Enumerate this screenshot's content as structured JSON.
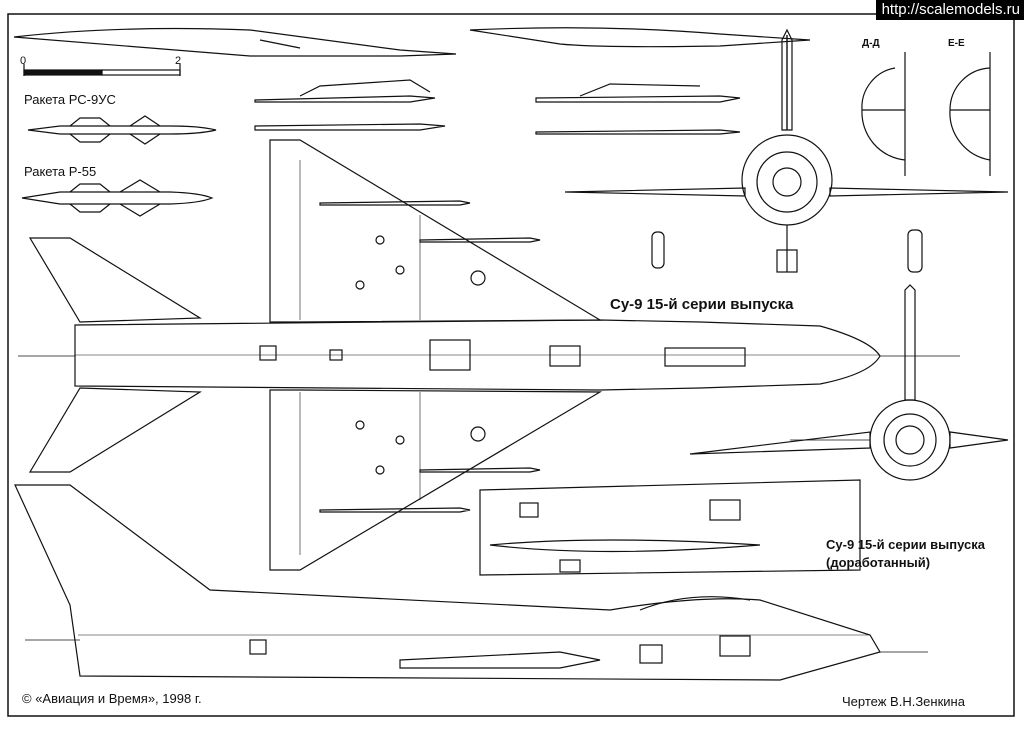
{
  "watermark": "http://scalemodels.ru",
  "scale_bar": {
    "start": "0",
    "end": "2"
  },
  "missiles": [
    {
      "label": "Ракета РС-9УС"
    },
    {
      "label": "Ракета Р-55"
    }
  ],
  "titles": {
    "main": "Су-9 15-й серии выпуска",
    "modified_line1": "Су-9 15-й серии выпуска",
    "modified_line2": "(доработанный)"
  },
  "sections": {
    "dd": "Д-Д",
    "ee": "Е-Е"
  },
  "copyright": "© «Авиация и Время», 1998 г.",
  "author": "Чертеж В.Н.Зенкина"
}
